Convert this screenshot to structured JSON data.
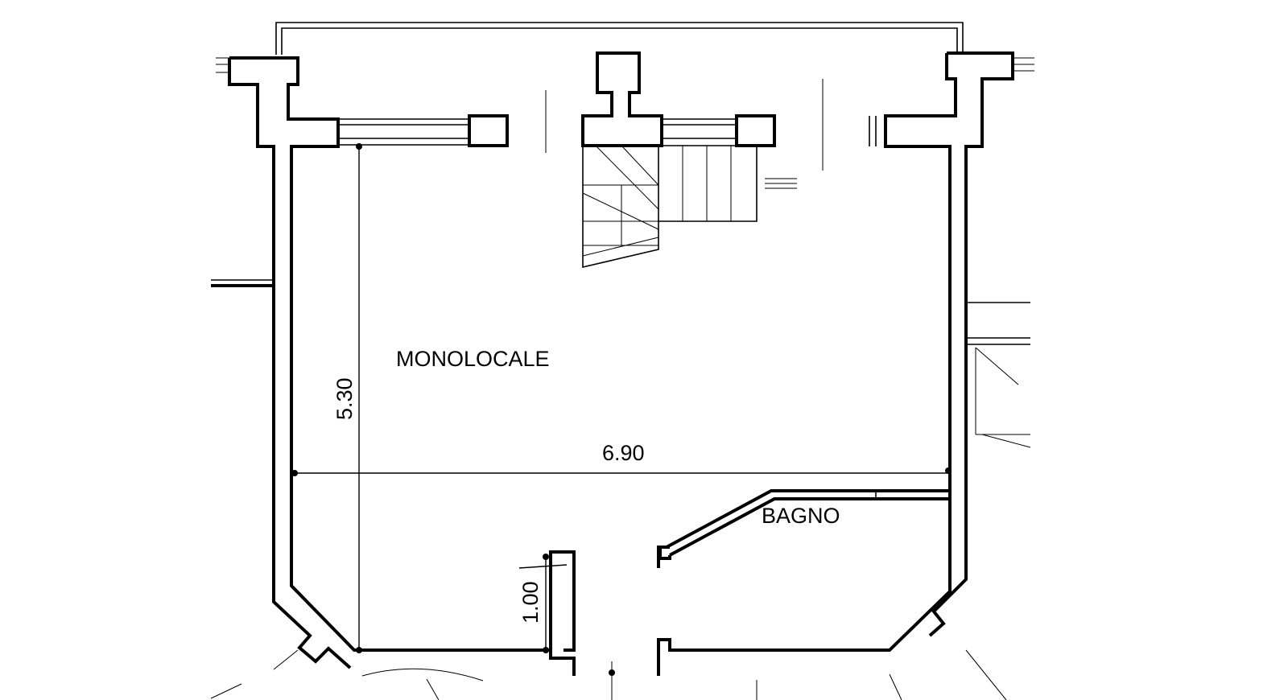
{
  "rooms": {
    "main": "MONOLOCALE",
    "bathroom": "BAGNO"
  },
  "dimensions": {
    "width": "6.90",
    "depth": "5.30",
    "opening": "1.00"
  }
}
